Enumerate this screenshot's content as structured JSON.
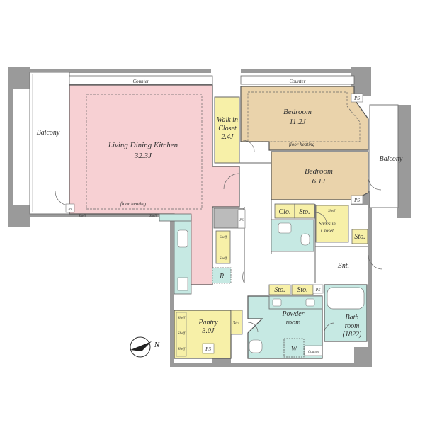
{
  "rooms": {
    "ldk_name": "Living Dining Kitchen",
    "ldk_size": "32.3J",
    "bedroom1_name": "Bedroom",
    "bedroom1_size": "11.2J",
    "bedroom2_name": "Bedroom",
    "bedroom2_size": "6.1J",
    "walkin_l1": "Walk in",
    "walkin_l2": "Closet",
    "walkin_size": "2.4J",
    "balcony_left": "Balcony",
    "balcony_right": "Balcony",
    "pantry_name": "Pantry",
    "pantry_size": "3.0J",
    "powder_l1": "Powder",
    "powder_l2": "room",
    "bath_l1": "Bath",
    "bath_l2": "room",
    "bath_size": "(1822)",
    "entrance": "Ent.",
    "shoes_l1": "Shoes in",
    "shoes_l2": "Closet"
  },
  "labels": {
    "counter": "Counter",
    "floor_heating": "floor heating",
    "ps": "PS",
    "shelf": "Shelf",
    "clo": "Clo.",
    "sto": "Sto.",
    "fridge": "R",
    "washer": "W"
  },
  "colors": {
    "ldk": "#f7d0d3",
    "bedroom": "#ead3ab",
    "closet": "#f7f0a8",
    "wet": "#c6e9e3",
    "wall": "#8a8a8a",
    "outline": "#555555"
  }
}
